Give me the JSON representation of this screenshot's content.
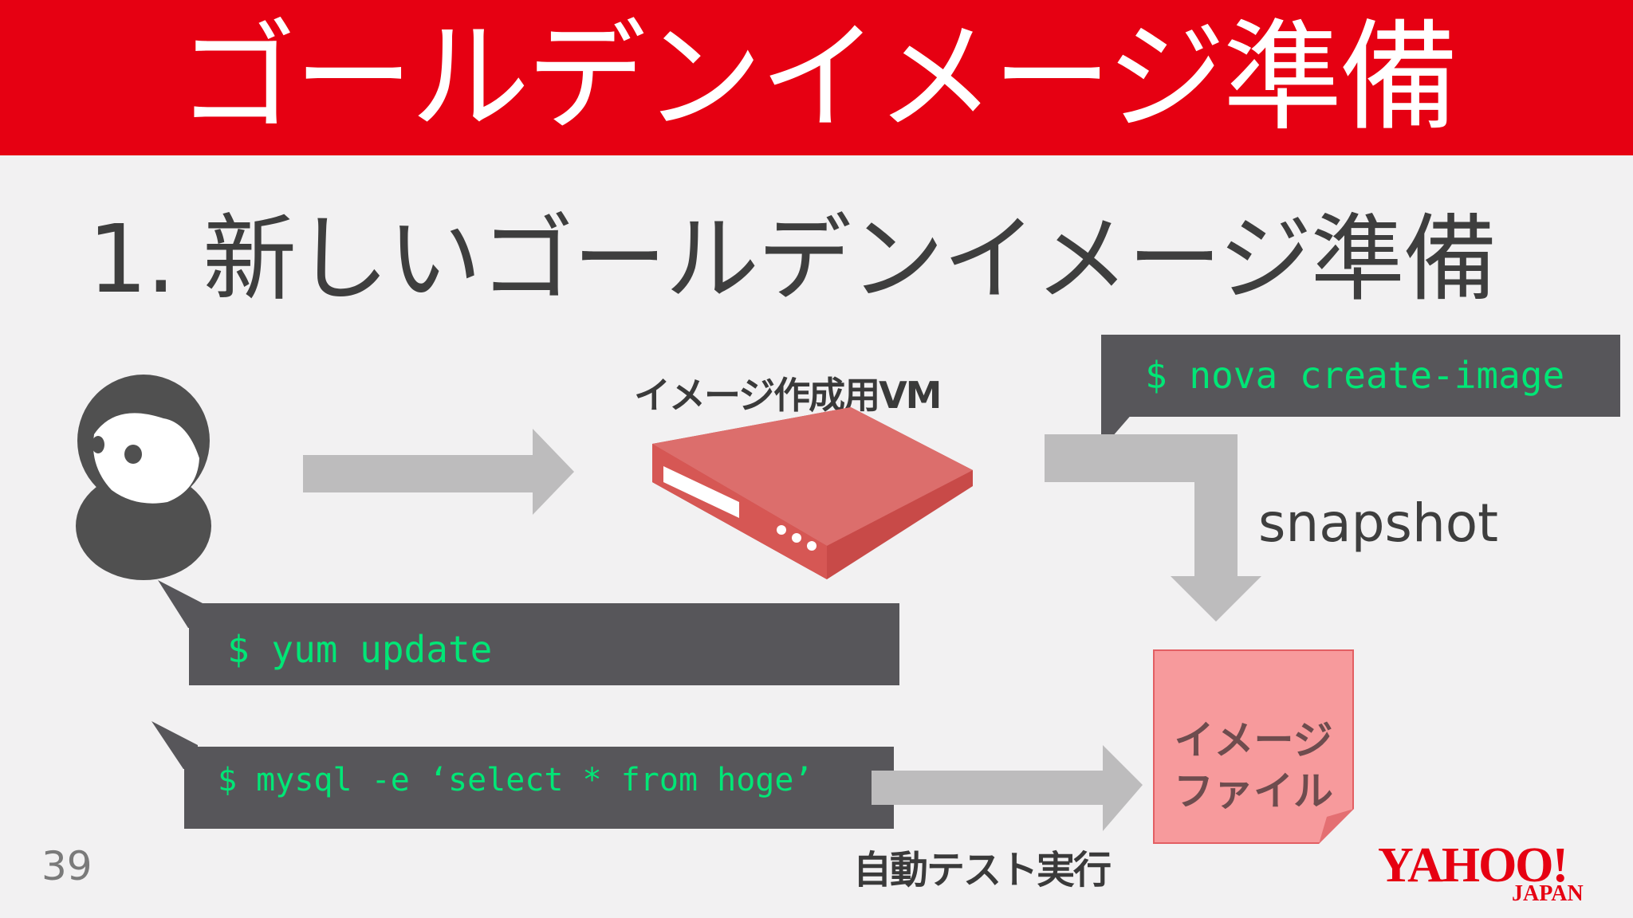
{
  "header": {
    "title": "ゴールデンイメージ準備"
  },
  "slide": {
    "subtitle": "1. 新しいゴールデンイメージ準備",
    "vm_label": "イメージ作成用VM",
    "snapshot_label": "snapshot",
    "test_label": "自動テスト実行",
    "image_file_line1": "イメージ",
    "image_file_line2": "ファイル",
    "page_number": "39"
  },
  "commands": {
    "nova": "$ nova create-image",
    "yum": "$ yum update",
    "mysql": "$ mysql -e ‘select * from hoge’"
  },
  "logo": {
    "main": "YAHOO!",
    "sub": "JAPAN"
  },
  "colors": {
    "accent": "#e60012",
    "terminal_bg": "#57565a",
    "terminal_text": "#00e676",
    "server": "#d9615f"
  }
}
